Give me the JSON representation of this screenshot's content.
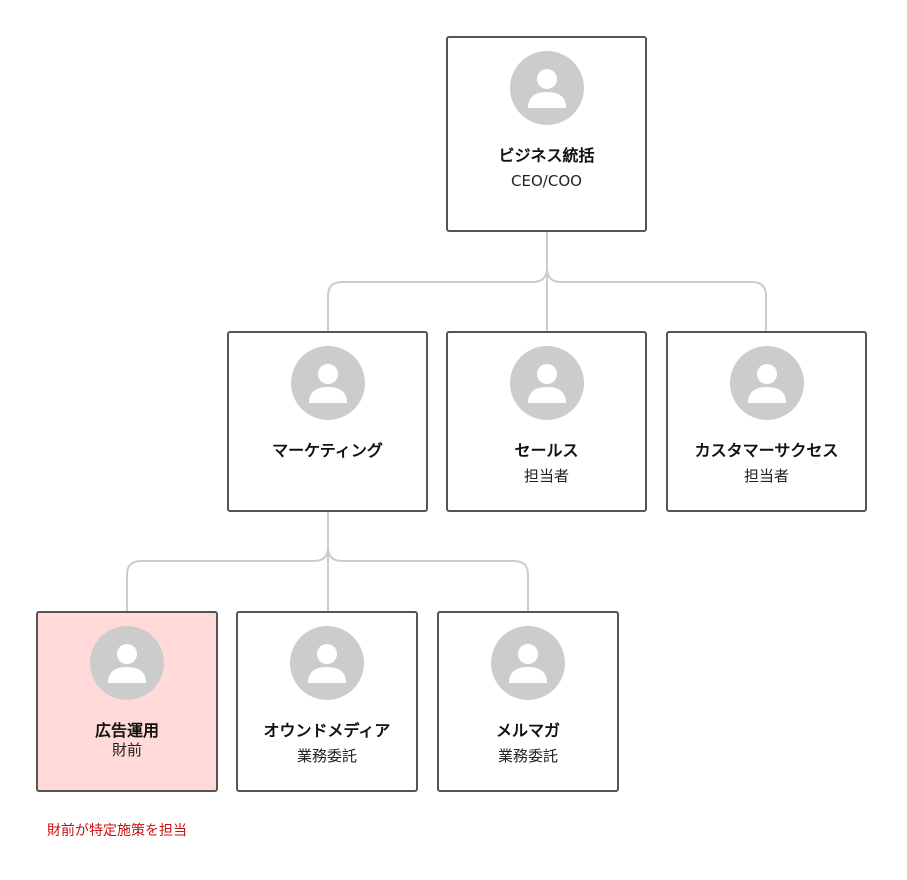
{
  "org": {
    "root": {
      "title": "ビジネス統括",
      "subtitle": "CEO/COO"
    },
    "marketing": {
      "title": "マーケティング",
      "subtitle": ""
    },
    "sales": {
      "title": "セールス",
      "subtitle": "担当者"
    },
    "customer_success": {
      "title": "カスタマーサクセス",
      "subtitle": "担当者"
    },
    "ads": {
      "title": "広告運用",
      "subtitle": "財前",
      "highlighted": true
    },
    "owned_media": {
      "title": "オウンドメディア",
      "subtitle": "業務委託"
    },
    "newsletter": {
      "title": "メルマガ",
      "subtitle": "業務委託"
    }
  },
  "note": "財前が特定施策を担当",
  "colors": {
    "highlight_bg": "#ffdad8",
    "note_text": "#cc1111",
    "connector": "#cccccc",
    "avatar": "#cccccc"
  },
  "icons": {
    "avatar": "person-icon"
  }
}
